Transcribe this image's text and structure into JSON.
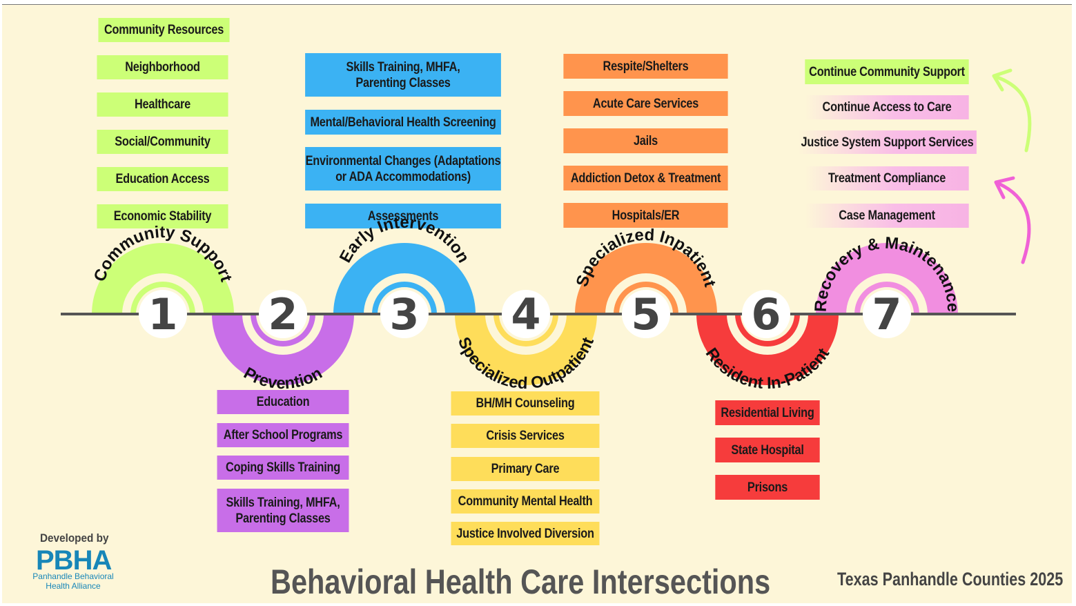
{
  "title": "Behavioral Health Care Intersections",
  "footer": {
    "region_year": "Texas Panhandle Counties 2025"
  },
  "branding": {
    "developed_by": "Developed by",
    "logo_text": "PBHA",
    "org_name": "Panhandle Behavioral\nHealth Alliance"
  },
  "colors": {
    "green": "#ccff77",
    "purple": "#c86ee8",
    "blue": "#3bb2f3",
    "yellow": "#fedd5a",
    "orange": "#ff944d",
    "red": "#f63c3c",
    "pink": "#f18ee0"
  },
  "stages": [
    {
      "number": "1",
      "label": "Community Support",
      "items": [
        "Community Resources",
        "Neighborhood",
        "Healthcare",
        "Social/Community",
        "Education Access",
        "Economic Stability"
      ]
    },
    {
      "number": "2",
      "label": "Prevention",
      "items": [
        "Education",
        "After School Programs",
        "Coping Skills Training",
        "Skills Training, MHFA,\nParenting Classes"
      ]
    },
    {
      "number": "3",
      "label": "Early Intervention",
      "items": [
        "Skills Training, MHFA,\nParenting Classes",
        "Mental/Behavioral Health Screening",
        "Environmental Changes (Adaptations\nor ADA Accommodations)",
        "Assessments"
      ]
    },
    {
      "number": "4",
      "label": "Specialized Outpatient",
      "items": [
        "BH/MH Counseling",
        "Crisis Services",
        "Primary Care",
        "Community Mental Health",
        "Justice Involved Diversion"
      ]
    },
    {
      "number": "5",
      "label": "Specialized Inpatient",
      "items": [
        "Respite/Shelters",
        "Acute Care Services",
        "Jails",
        "Addiction Detox & Treatment",
        "Hospitals/ER"
      ]
    },
    {
      "number": "6",
      "label": "Resident In-Patient",
      "items": [
        "Residential Living",
        "State Hospital",
        "Prisons"
      ]
    },
    {
      "number": "7",
      "label": "Recovery & Maintenance",
      "items": [
        "Continue Community Support",
        "Continue Access to Care",
        "Justice System Support Services",
        "Treatment Compliance",
        "Case Management"
      ]
    }
  ]
}
